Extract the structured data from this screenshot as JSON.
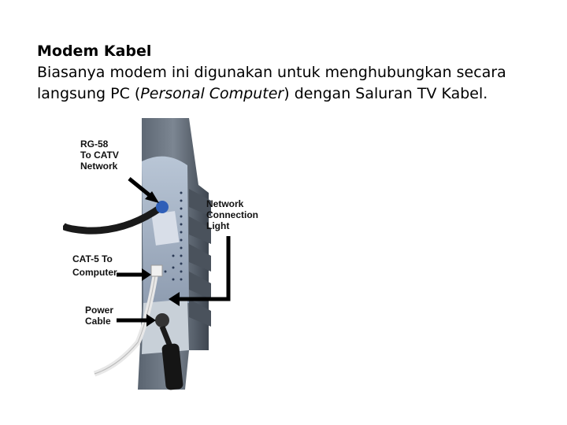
{
  "slide": {
    "title": "Modem Kabel",
    "body_line1": "Biasanya modem ini digunakan untuk menghubungkan secara",
    "body_line2_prefix": "langsung PC (",
    "body_line2_italic": "Personal Computer",
    "body_line2_suffix": ") dengan Saluran TV Kabel."
  },
  "figure": {
    "labels": {
      "rg58": [
        "RG-58",
        "To CATV",
        "Network"
      ],
      "network_light": [
        "Network",
        "Connection",
        "Light"
      ],
      "cat5": [
        "CAT-5 To",
        "Computer"
      ],
      "power": [
        "Power",
        "Cable"
      ]
    }
  }
}
